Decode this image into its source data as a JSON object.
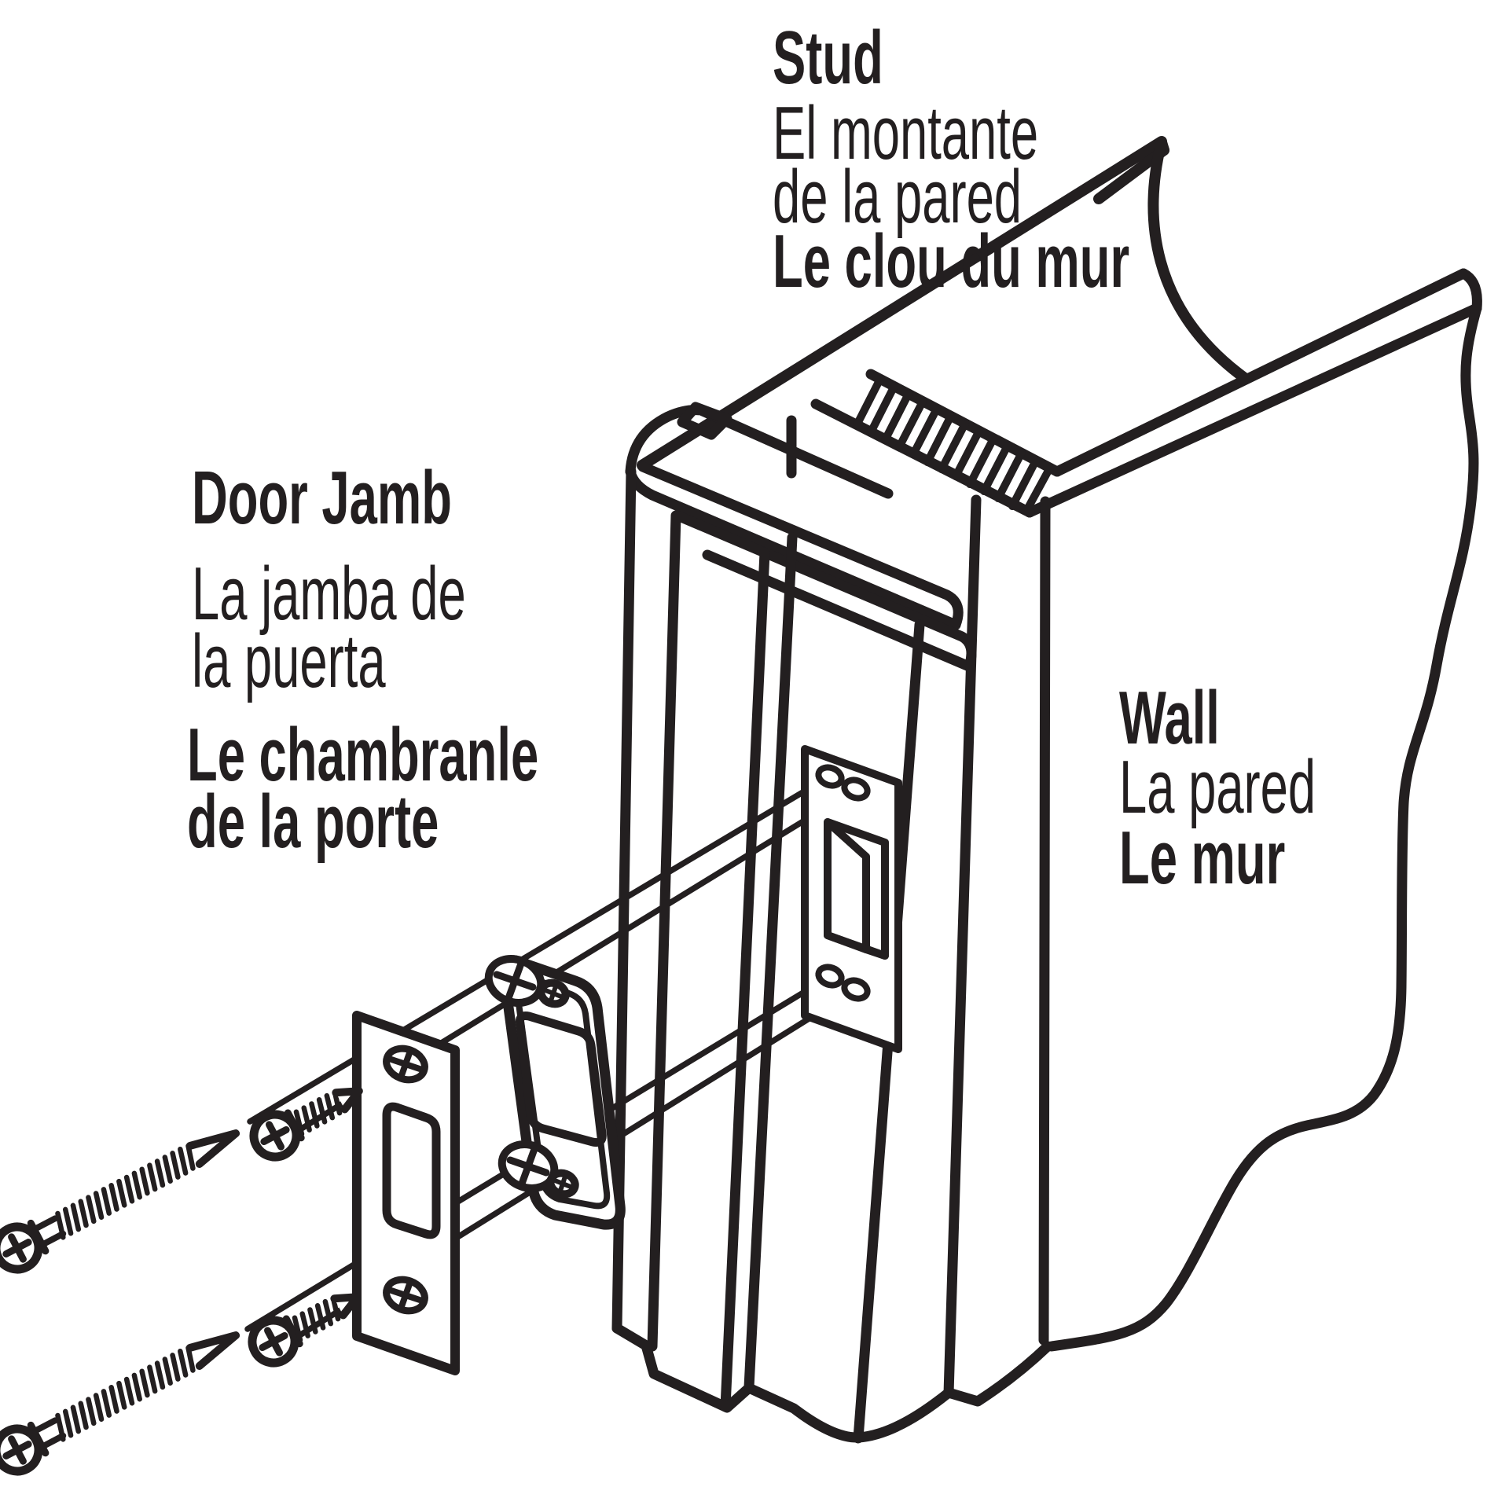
{
  "palette": {
    "ink": "#231f20",
    "paper": "#ffffff"
  },
  "labels": {
    "stud": {
      "en": "Stud",
      "es_line1": "El montante",
      "es_line2": "de la pared",
      "fr": "Le clou du mur"
    },
    "door_jamb": {
      "en": "Door Jamb",
      "es_line1": "La jamba de",
      "es_line2": "la puerta",
      "fr_line1": "Le chambranle",
      "fr_line2": "de la porte"
    },
    "wall": {
      "en": "Wall",
      "es": "La pared",
      "fr": "Le mur"
    }
  }
}
